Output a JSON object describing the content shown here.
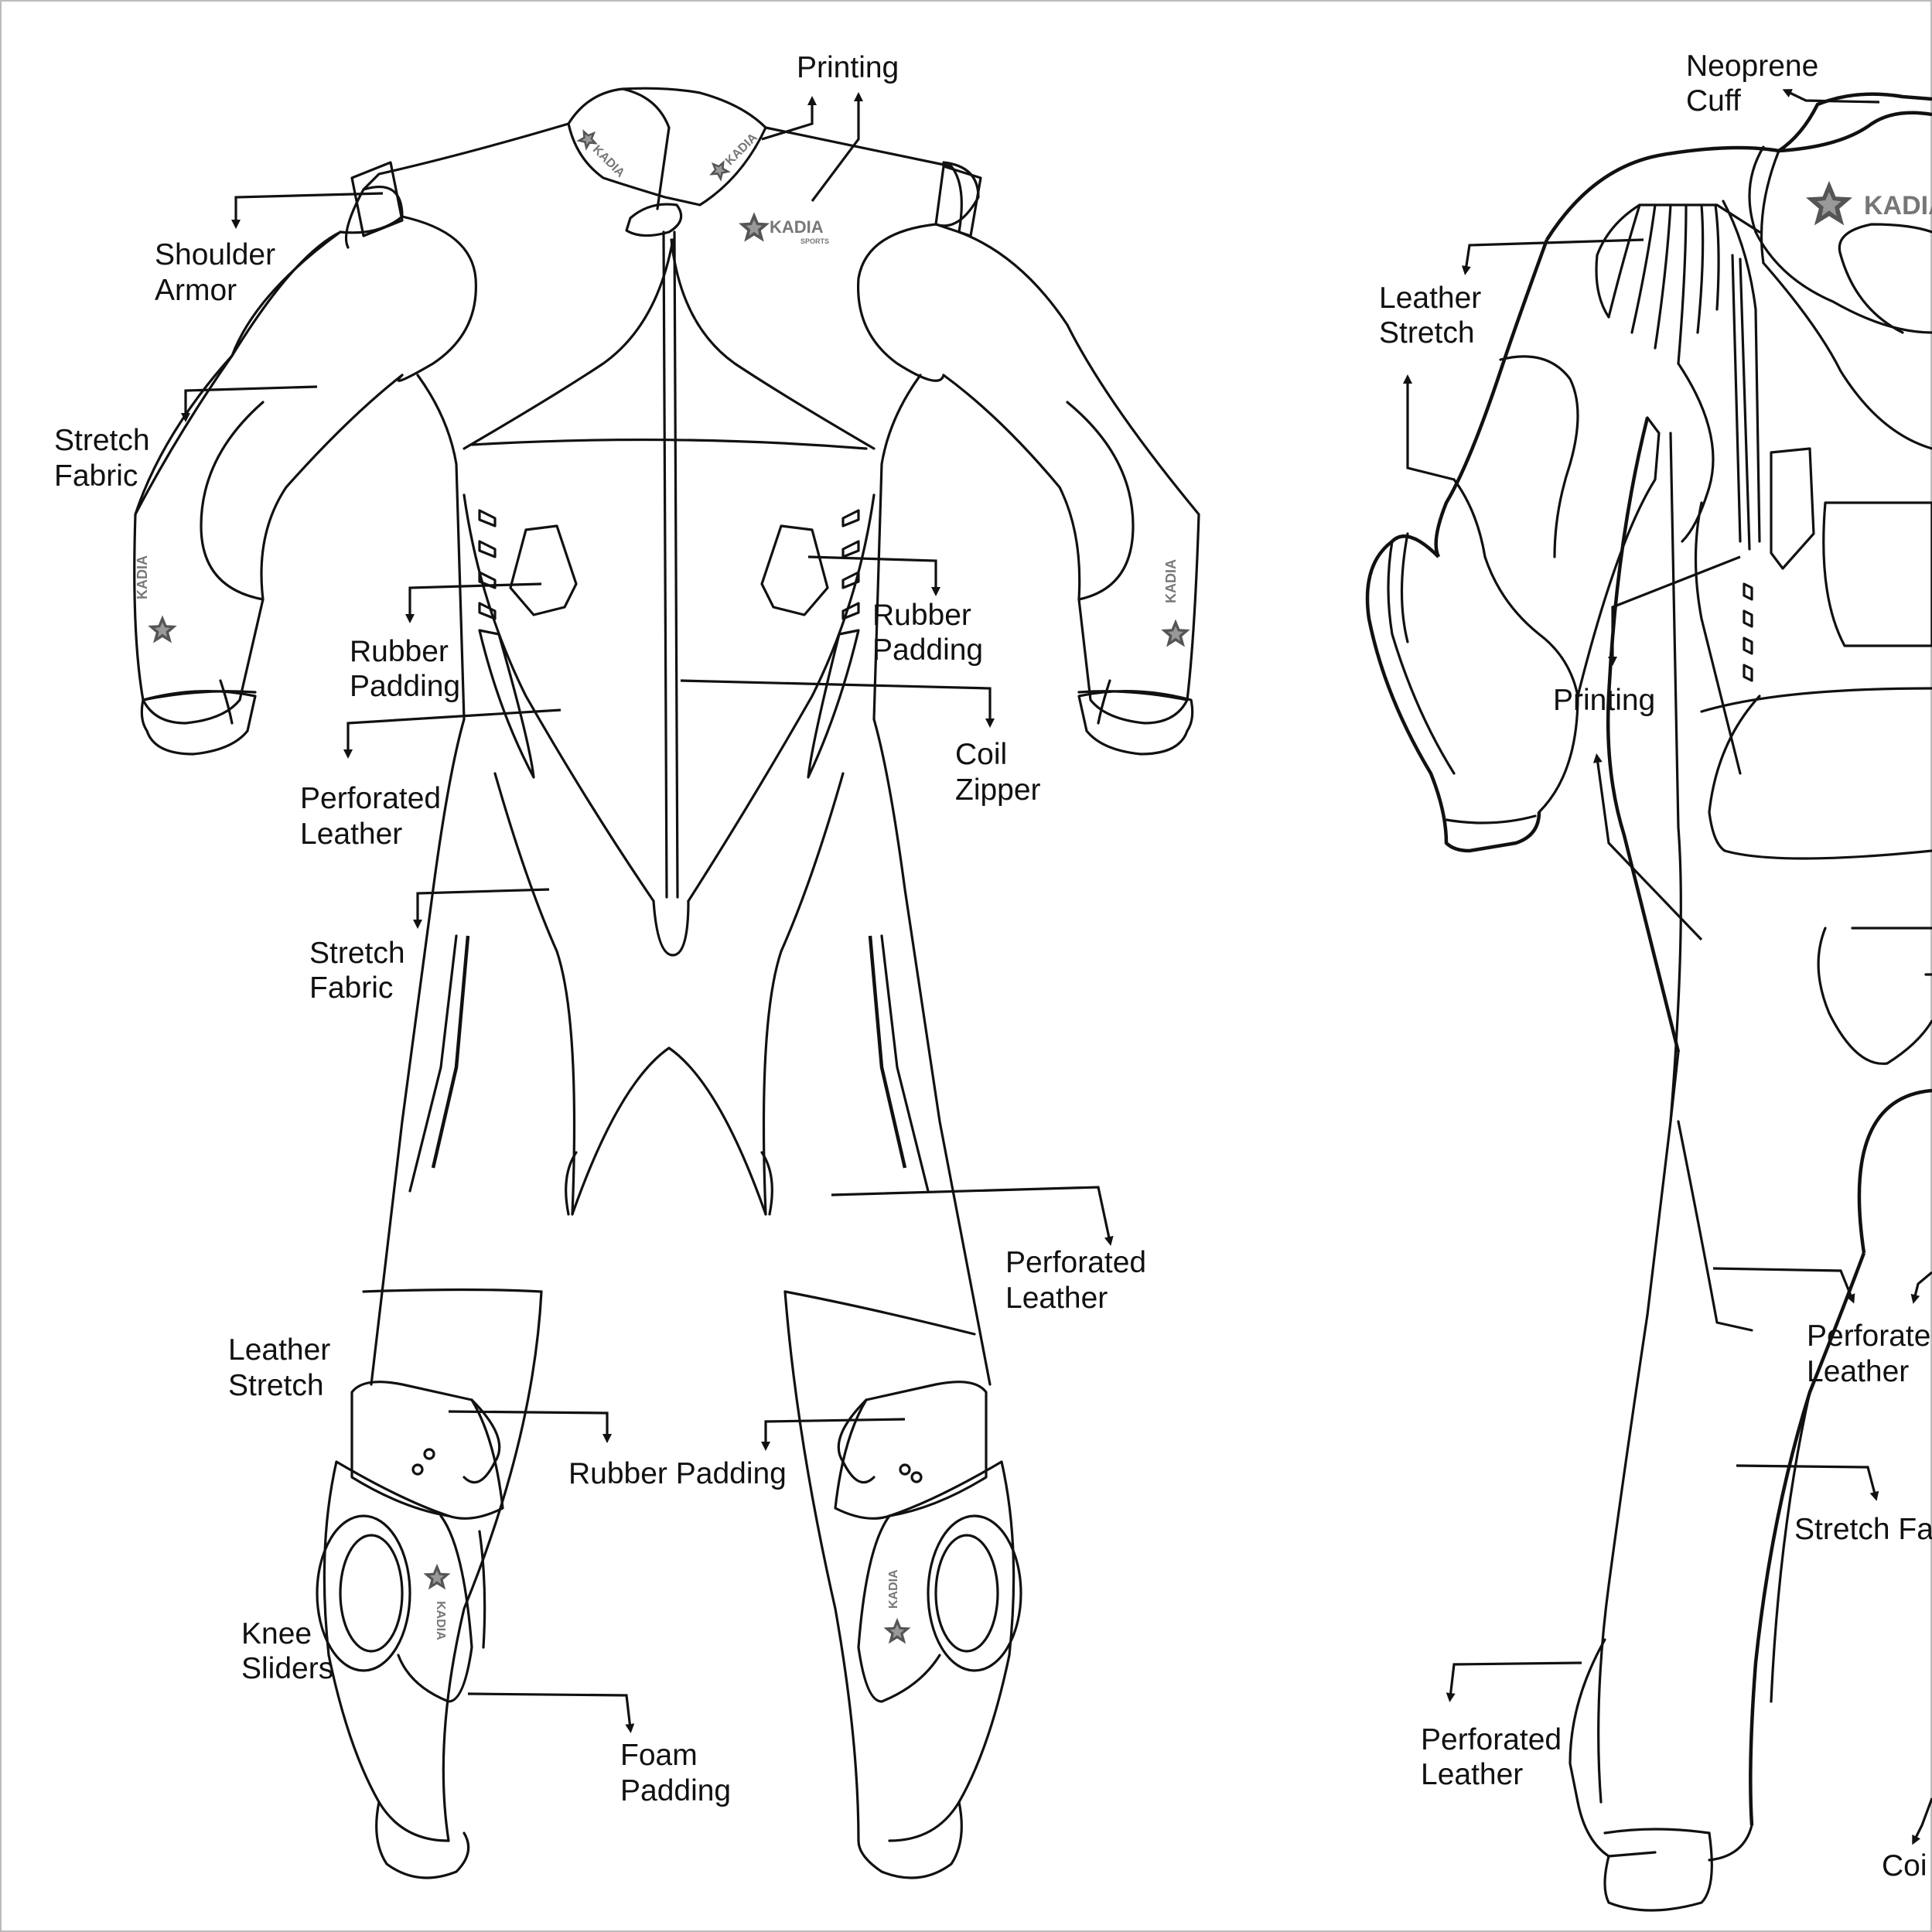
{
  "brand": {
    "logo_word": "KADIA",
    "logo_sub": "SPORTS"
  },
  "front_labels": {
    "printing": "Printing",
    "shoulder_armor_1": "Shoulder",
    "shoulder_armor_2": "Armor",
    "stretch_fabric_arm_1": "Stretch",
    "stretch_fabric_arm_2": "Fabric",
    "rubber_padding_left_1": "Rubber",
    "rubber_padding_left_2": "Padding",
    "rubber_padding_right_1": "Rubber",
    "rubber_padding_right_2": "Padding",
    "perforated_leather_chest_1": "Perforated",
    "perforated_leather_chest_2": "Leather",
    "coil_zipper_1": "Coil",
    "coil_zipper_2": "Zipper",
    "stretch_fabric_side_1": "Stretch",
    "stretch_fabric_side_2": "Fabric",
    "perforated_leather_thigh_1": "Perforated",
    "perforated_leather_thigh_2": "Leather",
    "leather_stretch_1": "Leather",
    "leather_stretch_2": "Stretch",
    "rubber_padding_knee": "Rubber Padding",
    "knee_sliders_1": "Knee",
    "knee_sliders_2": "Sliders",
    "foam_padding_1": "Foam",
    "foam_padding_2": "Padding"
  },
  "back_labels": {
    "neoprene_cuff_1": "Neoprene",
    "neoprene_cuff_2": "Cuff",
    "leather_stretch_1": "Leather",
    "leather_stretch_2": "Stretch",
    "printing": "Printing",
    "perforated_leather_seat_1": "Perforate",
    "perforated_leather_seat_2": "Leather",
    "stretch_fabric": "Stretch Fa",
    "perforated_leather_leg_1": "Perforated",
    "perforated_leather_leg_2": "Leather",
    "coil": "Coi"
  }
}
